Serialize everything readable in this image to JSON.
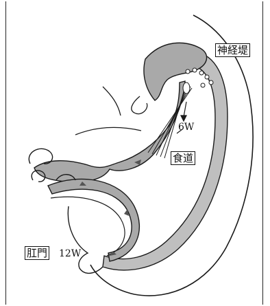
{
  "labels": {
    "neural_ridge": "神経堤",
    "esophagus": "食道",
    "anus": "肛門",
    "week_esophagus": "6W",
    "week_anus": "12W"
  },
  "colors": {
    "stroke": "#1a1a1a",
    "gut_fill": "#a9a9a9",
    "line": "#222222"
  }
}
